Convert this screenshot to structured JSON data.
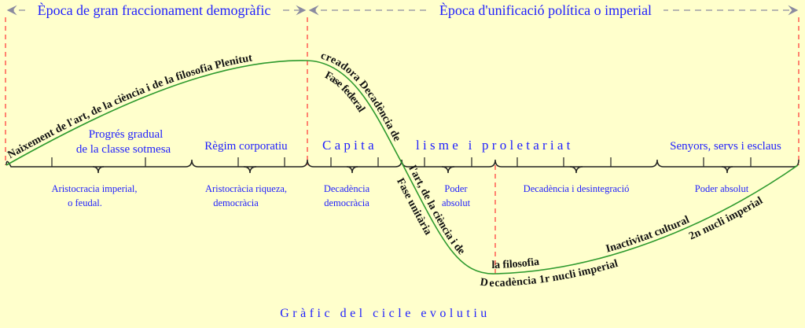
{
  "colors": {
    "background": "#ffffcc",
    "curve": "#2e9a2e",
    "label": "#1f1fff",
    "divider": "#ff3333",
    "arrow": "#8a8aa0"
  },
  "epochs": {
    "left": "Època de gran fraccionament demogràfic",
    "right": "Època d'unificació política o imperial"
  },
  "above_axis": {
    "progres_1": "Progrés gradual",
    "progres_2": "de la classe sotmesa",
    "regim": "Règim corporatiu",
    "capita": "C a p i t a",
    "lisme": "l i s m e   i   p r o l e t a r i a t",
    "senyors": "Senyors, servs i esclaus"
  },
  "below_axis": {
    "aristo_1": "Aristocracia imperial,",
    "aristo_2": "o feudal.",
    "riquesa_1": "Aristocràcia riqueza,",
    "riquesa_2": "democràcia",
    "dec_1": "Decadència",
    "dec_2": "democràcia",
    "poder_1": "Poder",
    "poder_2": "absolut",
    "desint": "Decadència i desintegració",
    "poder_abs": "Poder absolut"
  },
  "curve_labels": {
    "naixement": "Naixement de l'art, de la ciència i de la filosofia Plenitut",
    "creadora": "creadora Decadència de",
    "lart": "l'art, de la ciència i de",
    "filosofia": "la filosofia",
    "federal": "Fase federal",
    "unitaria": "Fase unitària",
    "nucli1": "Decadència 1r nucli imperial",
    "inactivitat": "Inactivitat cultural",
    "nucli2": "2n nucli imperial"
  },
  "caption": "Gràfic del cicle evolutiu"
}
